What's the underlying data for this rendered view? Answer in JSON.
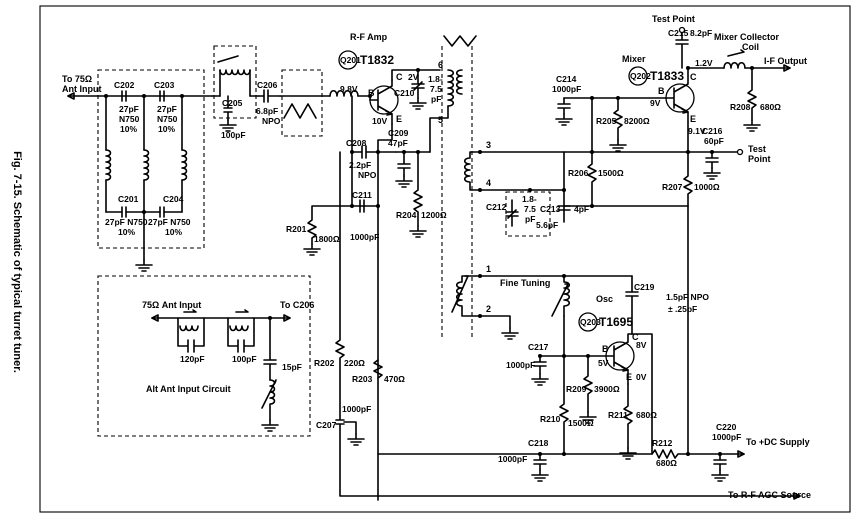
{
  "caption": "Fig. 7-15. Schematic of typical turret tuner.",
  "ports": {
    "ant_input": "To 75Ω Ant Input",
    "ant_input_l1": "To 75Ω",
    "ant_input_l2": "Ant Input",
    "if_output": "I-F Output",
    "test_point_top": "Test Point",
    "test_point_right_l1": "Test",
    "test_point_right_l2": "Point",
    "dc_supply": "To +DC Supply",
    "agc_source": "To R-F AGC Source"
  },
  "stages": {
    "rf_amp": "R-F Amp",
    "mixer": "Mixer",
    "mixer_coil_l1": "Mixer Collector",
    "mixer_coil_l2": "Coil",
    "osc": "Osc",
    "fine_tuning": "Fine Tuning"
  },
  "transistors": {
    "q201": {
      "ref": "Q201",
      "type": "T1832",
      "b": "B",
      "c": "C",
      "e": "E",
      "vb": "9.8V",
      "vc": "2V",
      "ve": "10V"
    },
    "q202": {
      "ref": "Q202",
      "type": "T1833",
      "b": "B",
      "c": "C",
      "e": "E",
      "vb": "9V",
      "vc": "1.2V",
      "ve": "9.1V"
    },
    "q203": {
      "ref": "Q203",
      "type": "T1695",
      "b": "B",
      "c": "C",
      "e": "E",
      "vb": "5V",
      "vc": "8V",
      "ve": "0V"
    }
  },
  "parts": {
    "c202": [
      "C202",
      "27pF",
      "N750",
      "10%"
    ],
    "c203": [
      "C203",
      "27pF",
      "N750",
      "10%"
    ],
    "c201": [
      "C201",
      "27pF N750",
      "10%"
    ],
    "c204": [
      "C204",
      "27pF N750",
      "10%"
    ],
    "c205": [
      "C205",
      "100pF"
    ],
    "c206": [
      "C206",
      "6.8pF",
      "NPO"
    ],
    "c210": "C210",
    "c210_val": [
      "1.8-",
      "7.5",
      "pF"
    ],
    "c209": [
      "C209",
      "47pF"
    ],
    "c208": [
      "C208",
      "2.2pF",
      "NPO"
    ],
    "c211": [
      "C211",
      "1000pF"
    ],
    "r201": [
      "R201",
      "1800Ω"
    ],
    "r204": [
      "R204",
      "1200Ω"
    ],
    "c215": [
      "C215",
      "8.2pF"
    ],
    "c214": [
      "C214",
      "1000pF"
    ],
    "r205": [
      "R205",
      "8200Ω"
    ],
    "r208": [
      "R208",
      "680Ω"
    ],
    "c216": [
      "C216",
      "60pF"
    ],
    "r206": [
      "R206",
      "1500Ω"
    ],
    "r207": [
      "R207",
      "1000Ω"
    ],
    "c212": "C212",
    "c212_val": [
      "1.8-",
      "7.5",
      "pF"
    ],
    "c213": [
      "C213",
      "4pF"
    ],
    "c213b": "5.6pF",
    "c219": [
      "C219",
      "1.5pF NPO",
      "± .25pF"
    ],
    "c217": [
      "C217",
      "1000pF"
    ],
    "r209": [
      "R209",
      "3900Ω"
    ],
    "r210": [
      "R210",
      "1500Ω"
    ],
    "r211": [
      "R211",
      "680Ω"
    ],
    "c218": [
      "C218",
      "1000pF"
    ],
    "r212": [
      "R212",
      "680Ω"
    ],
    "c220": [
      "C220",
      "1000pF"
    ],
    "r202": [
      "R202",
      "220Ω"
    ],
    "r203": [
      "R203",
      "470Ω"
    ],
    "c207": [
      "C207",
      "1000pF"
    ]
  },
  "terminals": [
    "1",
    "2",
    "3",
    "4",
    "5",
    "6"
  ],
  "alt_circuit": {
    "title": "Alt Ant Input Circuit",
    "input": "75Ω Ant Input",
    "to": "To C206",
    "c1": "120pF",
    "c2": "100pF",
    "c3": "15pF"
  }
}
